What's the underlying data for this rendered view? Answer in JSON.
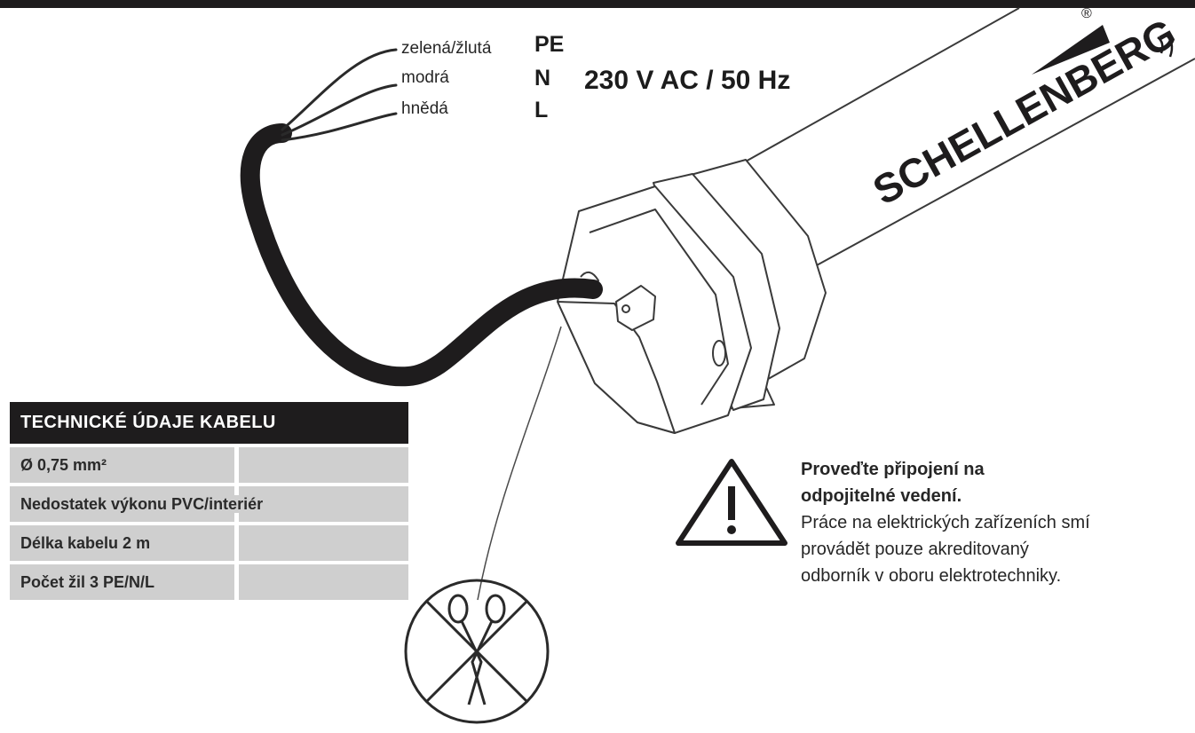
{
  "wires": [
    {
      "color_name": "zelená/žlutá",
      "conductor": "PE"
    },
    {
      "color_name": "modrá",
      "conductor": "N"
    },
    {
      "color_name": "hnědá",
      "conductor": "L"
    }
  ],
  "voltage": "230 V AC / 50 Hz",
  "brand": {
    "name": "SCHELLENBERG",
    "registered_mark": "®"
  },
  "spec_table": {
    "header": "TECHNICKÉ ÚDAJE KABELU",
    "rows": [
      "Ø 0,75 mm²",
      "Nedostatek výkonu PVC/interiér",
      "Délka kabelu 2 m",
      "Počet žil 3 PE/N/L"
    ]
  },
  "warning": {
    "title_line1": "Proveďte připojení na",
    "title_line2": "odpojitelné vedení.",
    "body_lines": [
      "Práce na elektrických zařízeních smí",
      "provádět pouze akreditovaný",
      "odborník v oboru elektrotechniky."
    ]
  },
  "icons": {
    "warning": "warning-triangle-icon",
    "no_cut": "no-cutting-scissors-icon"
  },
  "colors": {
    "dark": "#1e1c1d",
    "table_gray": "#cfcfcf"
  }
}
